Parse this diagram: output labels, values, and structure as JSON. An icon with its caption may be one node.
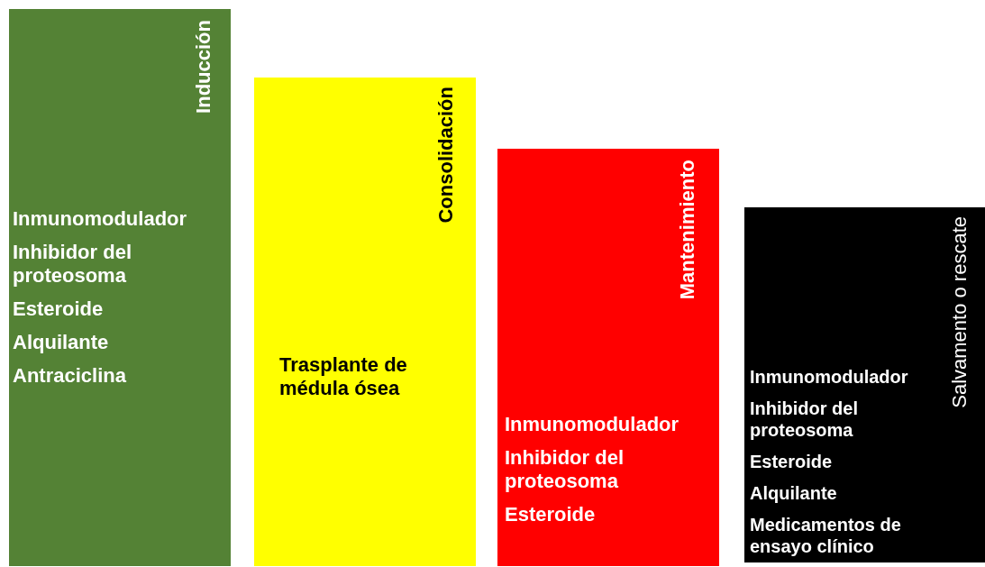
{
  "diagram": {
    "nodes": [
      {
        "text": [
          "Inducción",
          "Inmunomodulador",
          "Inhibidor del proteosoma",
          "Esteroide",
          "Alquilante",
          "Antraciclina"
        ]
      },
      {
        "text": [
          "Consolidación",
          "Trasplante de médula ósea"
        ]
      },
      {
        "text": [
          "Mantenimiento",
          "Inmunomodulador",
          "Inhibidor del proteosoma",
          "Esteroide"
        ]
      },
      {
        "text": [
          "Salvamento o rescate",
          "Inmunomodulador",
          "Inhibidor del proteosoma",
          "Esteroide",
          "Alquilante",
          "Medicamentos de ensayo clínico"
        ]
      }
    ]
  }
}
